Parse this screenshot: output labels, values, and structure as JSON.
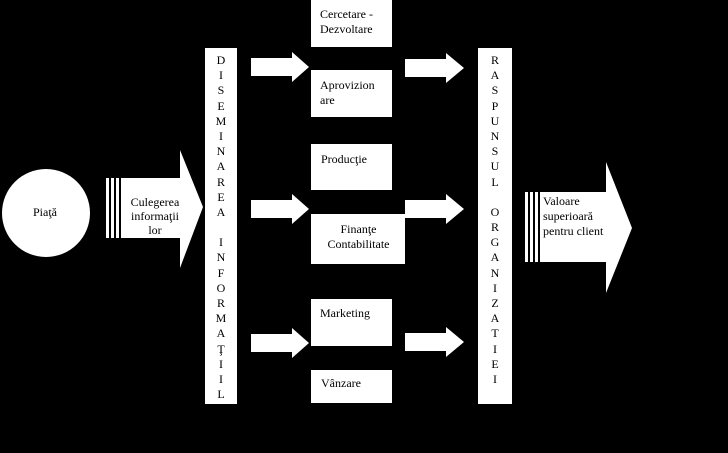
{
  "colors": {
    "background": "#000000",
    "box_fill": "#ffffff",
    "text": "#000000"
  },
  "market": {
    "label": "Piaţă"
  },
  "collection_arrow": {
    "label_lines": [
      "Culegerea",
      "informaţii",
      "lor"
    ]
  },
  "dissemination": {
    "label": "DISEMINAREA INFORMAŢIILOR"
  },
  "departments": {
    "research": {
      "label_lines": [
        "Cercetare -",
        "Dezvoltare"
      ]
    },
    "procurement": {
      "label_lines": [
        "Aprovizion",
        "are"
      ]
    },
    "production": {
      "label": "Producţie"
    },
    "finance": {
      "label_lines": [
        "Finanţe",
        "Contabilitate"
      ]
    },
    "marketing": {
      "label": "Marketing"
    },
    "sales": {
      "label": "Vânzare"
    }
  },
  "response": {
    "label": "RASPUNSUL ORGANIZATIEI"
  },
  "value_arrow": {
    "label_lines": [
      "Valoare",
      "superioară",
      "pentru client"
    ]
  }
}
